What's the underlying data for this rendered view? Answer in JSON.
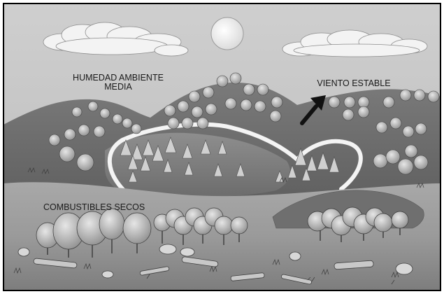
{
  "labels": {
    "humedad_line1": "HUMEDAD AMBIENTE",
    "humedad_line2": "MEDIA",
    "viento": "VIENTO ESTABLE",
    "combustibles": "COMBUSTIBLES SECOS"
  },
  "icons": {
    "sun": "sun-icon",
    "wind_arrow": "wind-arrow-icon"
  }
}
